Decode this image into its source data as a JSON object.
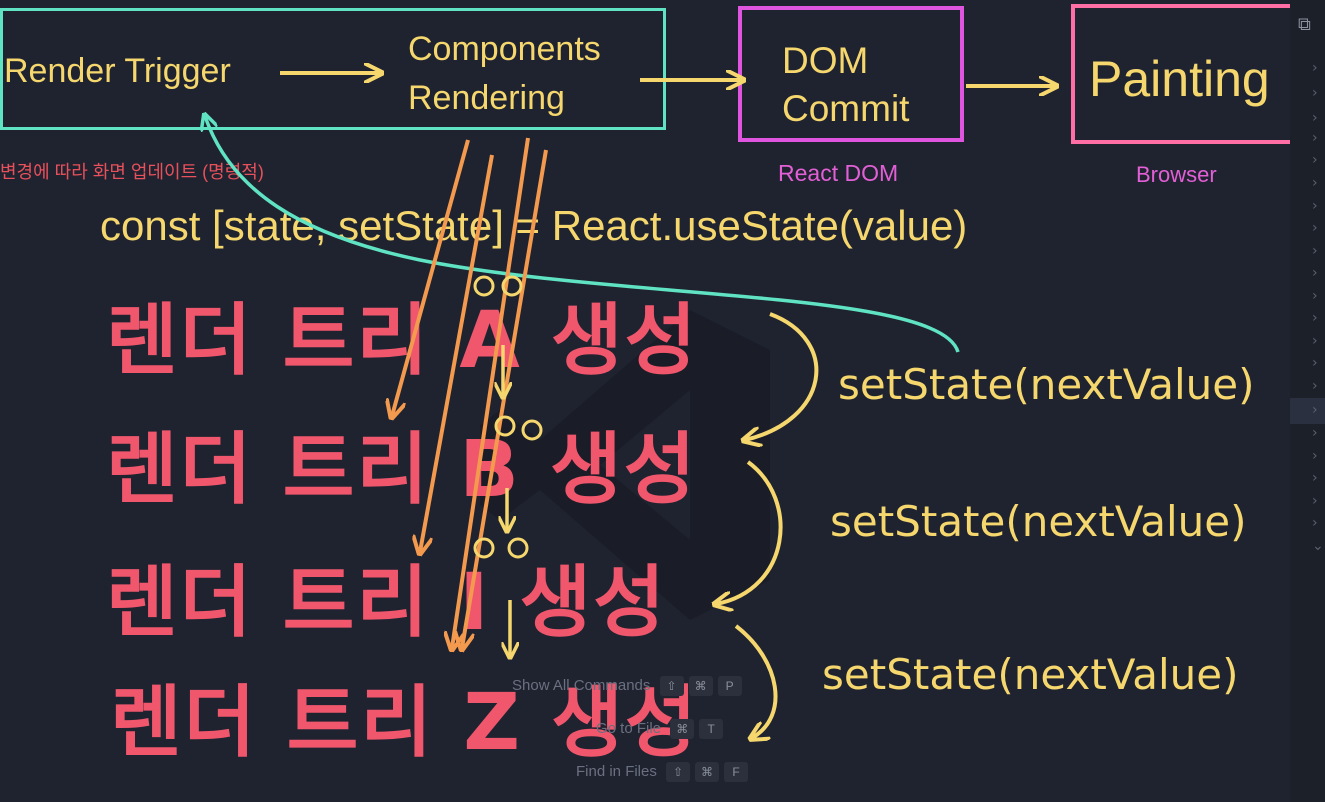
{
  "flow": {
    "render_trigger": "Render Trigger",
    "components_line1": "Components",
    "components_line2": "Rendering",
    "dom_line1": "DOM",
    "dom_line2": "Commit",
    "painting": "Painting",
    "react_dom": "React DOM",
    "browser": "Browser",
    "korean_note": "변경에 따라 화면 업데이트 (명령적)"
  },
  "code": {
    "use_state": "const [state, setState] = React.useState(value)"
  },
  "trees": [
    {
      "label": "렌더 트리 A 생성"
    },
    {
      "label": "렌더 트리 B 생성"
    },
    {
      "label": "렌더 트리 I 생성"
    },
    {
      "label": "렌더 트리 Z 생성"
    }
  ],
  "set_state": [
    {
      "label": "setState(nextValue)"
    },
    {
      "label": "setState(nextValue)"
    },
    {
      "label": "setState(nextValue)"
    }
  ],
  "command_palette": [
    {
      "label": "Show All Commands",
      "keys": [
        "⇧",
        "⌘",
        "P"
      ]
    },
    {
      "label": "Go to File",
      "keys": [
        "⌘",
        "T"
      ]
    },
    {
      "label": "Find in Files",
      "keys": [
        "⇧",
        "⌘",
        "F"
      ]
    }
  ],
  "colors": {
    "background": "#1f2330",
    "text_yellow": "#f5d76e",
    "tree_red": "#f0566c",
    "box_teal": "#5fe3c2",
    "box_magenta": "#df55df",
    "box_pink": "#ff6fa5",
    "arrow_orange": "#f39a4e"
  }
}
